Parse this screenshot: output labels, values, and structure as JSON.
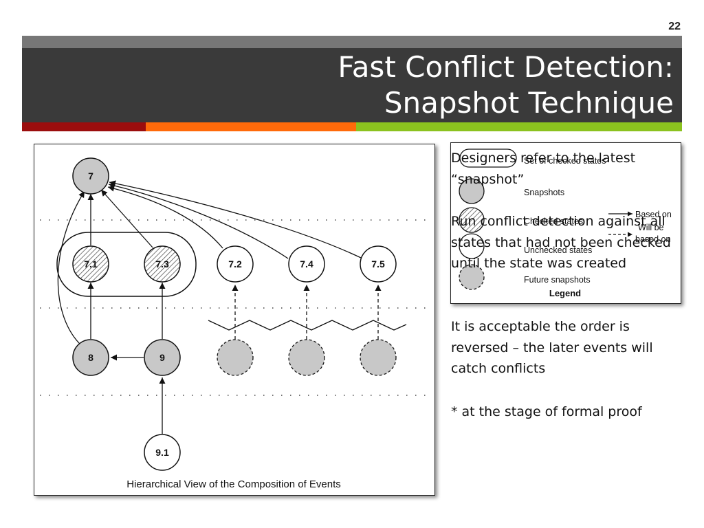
{
  "slide": {
    "page_number": "22",
    "title_line1": "Fast Conflict Detection:",
    "title_line2": "Snapshot Technique",
    "colors": {
      "title_band": "#3a3a3a",
      "accent_red": "#9b0d0d",
      "accent_orange": "#ff6a0a",
      "accent_green": "#8bc21f"
    }
  },
  "diagram": {
    "caption": "Hierarchical View of the Composition of Events",
    "nodes": {
      "n7": "7",
      "n71": "7.1",
      "n73": "7.3",
      "n72": "7.2",
      "n74": "7.4",
      "n75": "7.5",
      "n8": "8",
      "n9": "9",
      "n91": "9.1"
    }
  },
  "legend": {
    "title": "Legend",
    "set_of_checked_states": "Set of checked states",
    "snapshots": "Snapshots",
    "checked_states": "Checked states",
    "unchecked_states": "Unchecked states",
    "future_snapshots": "Future snapshots",
    "based_on": "Based on",
    "will_be_based_on_1": "Will be",
    "will_be_based_on_2": "based on"
  },
  "body": {
    "para1": "Designers refer to the latest “snapshot”",
    "para2": "Run conflict detection against all states that had not been checked until the state was created",
    "para3": "It is acceptable the order is reversed – the later events will catch conflicts",
    "para4": "* at the stage of formal proof"
  }
}
